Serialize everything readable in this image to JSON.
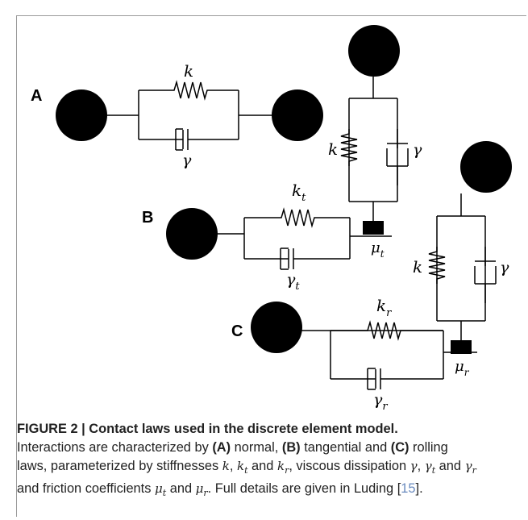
{
  "panels": {
    "A": "A",
    "B": "B",
    "C": "C"
  },
  "symbols": {
    "k": "k",
    "gamma": "γ",
    "k_t_base": "k",
    "k_t_sub": "t",
    "gamma_t_base": "γ",
    "gamma_t_sub": "t",
    "mu_t_base": "μ",
    "mu_t_sub": "t",
    "k_r_base": "k",
    "k_r_sub": "r",
    "gamma_r_base": "γ",
    "gamma_r_sub": "r",
    "mu_r_base": "μ",
    "mu_r_sub": "r"
  },
  "caption": {
    "title": "FIGURE 2 | Contact laws used in the discrete element model.",
    "p1": "Interactions are characterized by ",
    "A": "(A)",
    "p2": " normal, ",
    "B": "(B)",
    "p3": " tangential and ",
    "C": "(C)",
    "p4": " rolling",
    "p5": "laws, parameterized by stiffnesses ",
    "p6": ", ",
    "p7": " and ",
    "p8": ", viscous dissipation ",
    "p9": ", ",
    "p10": " and ",
    "p11": "and friction coefficients ",
    "p12": " and ",
    "p13": ". Full details are given in Luding [",
    "ref": "15",
    "p14": "]."
  }
}
